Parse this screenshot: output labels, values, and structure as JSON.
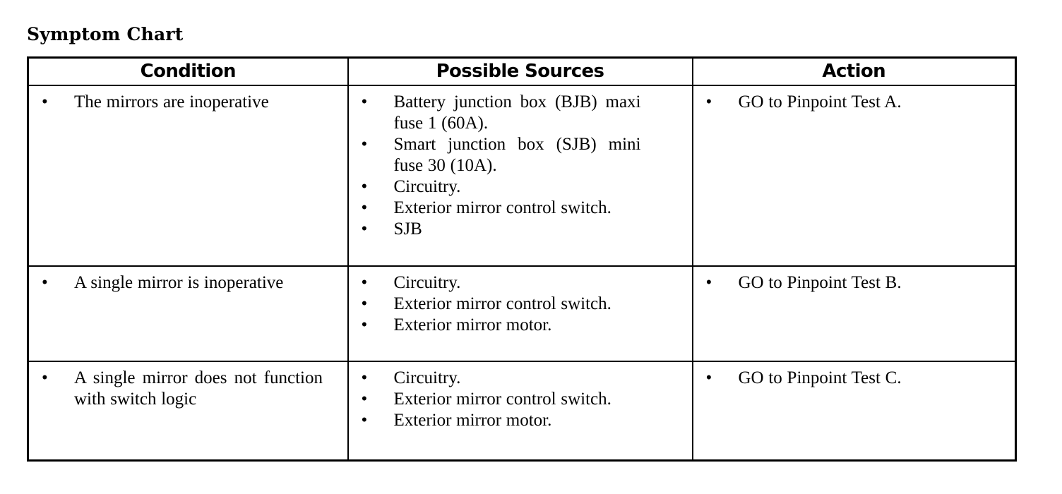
{
  "document": {
    "title": "Symptom Chart"
  },
  "table": {
    "headers": [
      {
        "key": "condition",
        "label": "Condition"
      },
      {
        "key": "sources",
        "label": "Possible Sources"
      },
      {
        "key": "action",
        "label": "Action"
      }
    ],
    "bullet_glyph": "•",
    "rows": [
      {
        "condition": [
          "The mirrors are inoperative"
        ],
        "sources": [
          "Battery junction box (BJB) maxi fuse 1 (60A).",
          "Smart junction box (SJB) mini fuse 30 (10A).",
          "Circuitry.",
          "Exterior mirror control switch.",
          "SJB"
        ],
        "action": [
          "GO to Pinpoint Test A."
        ]
      },
      {
        "condition": [
          "A single mirror is inoperative"
        ],
        "sources": [
          "Circuitry.",
          "Exterior mirror control switch.",
          "Exterior mirror motor."
        ],
        "action": [
          "GO to Pinpoint Test B."
        ]
      },
      {
        "condition": [
          "A single mirror does not function with switch logic"
        ],
        "sources": [
          "Circuitry.",
          "Exterior mirror control switch.",
          "Exterior mirror motor."
        ],
        "action": [
          "GO to Pinpoint Test C."
        ]
      }
    ]
  },
  "style": {
    "text_color": "#000000",
    "background_color": "#ffffff",
    "border_color": "#000000"
  }
}
